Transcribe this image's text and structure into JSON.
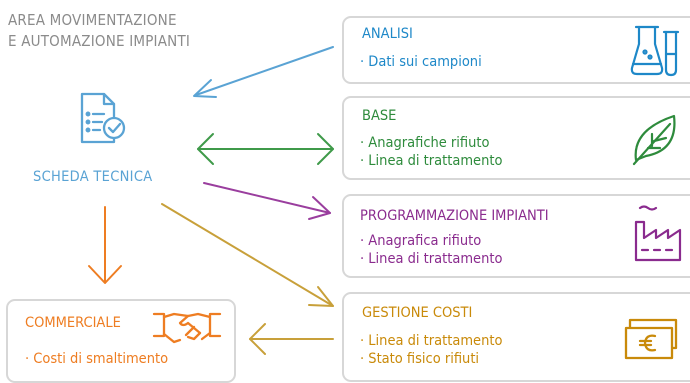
{
  "header": {
    "line1": "AREA MOVIMENTAZIONE",
    "line2": "E AUTOMAZIONE IMPIANTI"
  },
  "center": {
    "label": "SCHEDA TECNICA"
  },
  "boxes": {
    "analisi": {
      "title": "ANALISI",
      "items": [
        "· Dati sui campioni"
      ],
      "color": "#1e88c8",
      "icon": "lab-flasks-icon"
    },
    "base": {
      "title": "BASE",
      "items": [
        "· Anagrafiche rifiuto",
        "· Linea di trattamento"
      ],
      "color": "#2e8b3c",
      "icon": "leaf-icon"
    },
    "programmazione": {
      "title": "PROGRAMMAZIONE IMPIANTI",
      "items": [
        "· Anagrafica rifiuto",
        "· Linea di trattamento"
      ],
      "color": "#8a2b8e",
      "icon": "factory-icon"
    },
    "gestione": {
      "title": "GESTIONE COSTI",
      "items": [
        "· Linea di trattamento",
        "· Stato fisico rifiuti"
      ],
      "color": "#c98a0a",
      "icon": "euro-banknote-icon"
    },
    "commerciale": {
      "title": "COMMERCIALE",
      "items": [
        "· Costi di smaltimento"
      ],
      "color": "#ee7d22",
      "icon": "handshake-icon"
    }
  },
  "colors": {
    "header_text": "#8b8b8b",
    "box_border": "#d7d7d7",
    "center_blue": "#5aa3d4",
    "arrow_analisi": "#5aa3d4",
    "arrow_base": "#3f9a4a",
    "arrow_programmazione": "#9a3e9e",
    "arrow_gestione": "#c8a03a",
    "arrow_commerciale": "#ee7d22"
  }
}
